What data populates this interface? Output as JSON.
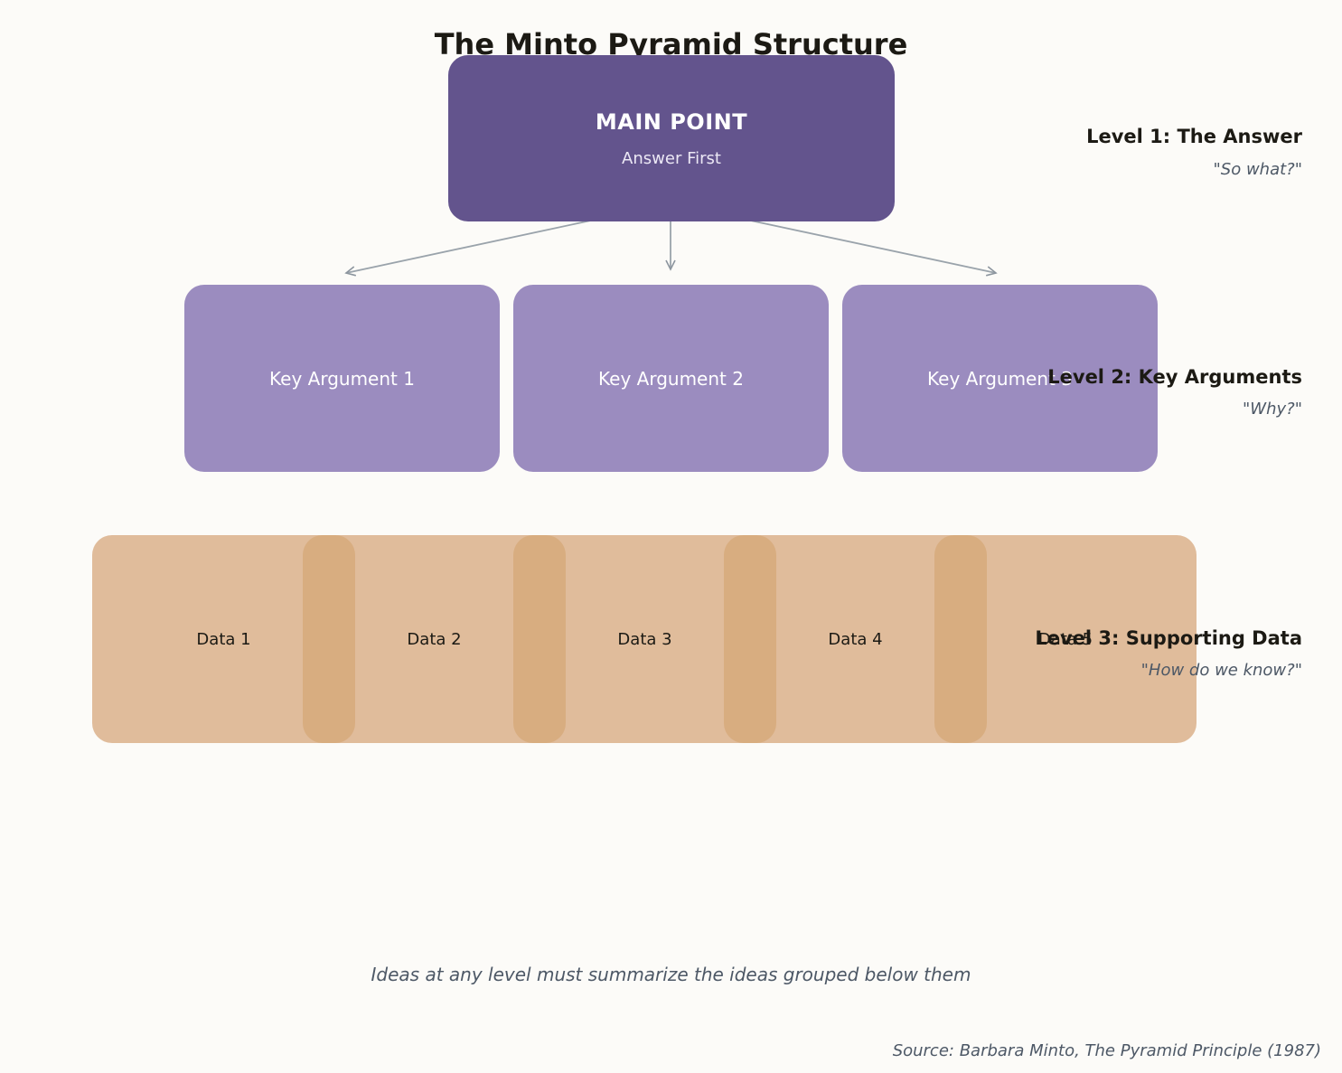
{
  "title": "The Minto Pyramid Structure",
  "main_point": {
    "title": "MAIN POINT",
    "subtitle": "Answer First"
  },
  "key_arguments": [
    "Key Argument 1",
    "Key Argument 2",
    "Key Argument 3"
  ],
  "supporting_data": [
    "Data 1",
    "Data 2",
    "Data 3",
    "Data 4",
    "Data 5"
  ],
  "levels": [
    {
      "label": "Level 1: The Answer",
      "question": "\"So what?\""
    },
    {
      "label": "Level 2: Key Arguments",
      "question": "\"Why?\""
    },
    {
      "label": "Level 3: Supporting Data",
      "question": "\"How do we know?\""
    }
  ],
  "footer_note": "Ideas at any level must summarize the ideas grouped below them",
  "source": "Source: Barbara Minto, The Pyramid Principle (1987)",
  "colors": {
    "background": "#fcfbf8",
    "level1_fill": "#63548d",
    "level2_fill": "#9b8cbf",
    "level3_fill": "#e0bc9b",
    "level3_separator": "#d8ad80",
    "arrow": "#9aa3ab"
  }
}
